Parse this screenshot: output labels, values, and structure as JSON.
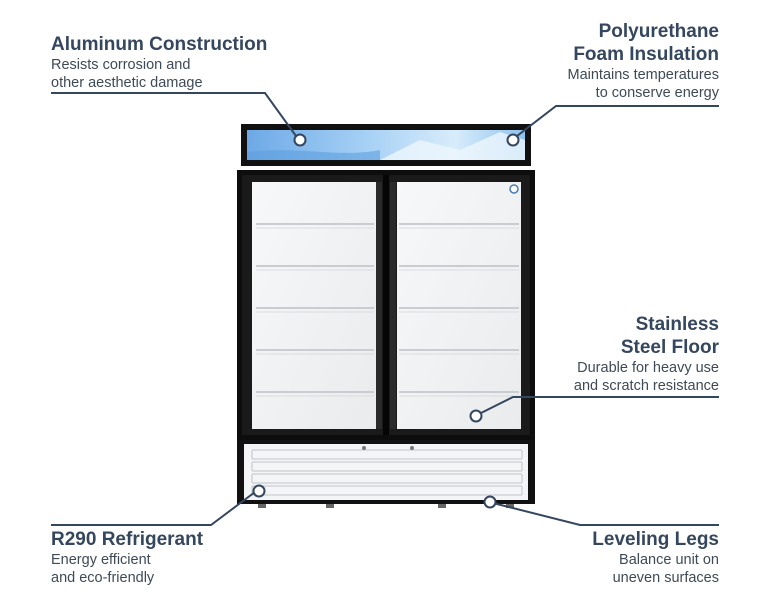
{
  "callouts": {
    "aluminum": {
      "title": "Aluminum Construction",
      "line1": "Resists corrosion and",
      "line2": "other aesthetic damage"
    },
    "polyurethane": {
      "title_line1": "Polyurethane",
      "title_line2": "Foam Insulation",
      "line1": "Maintains temperatures",
      "line2": "to conserve energy"
    },
    "steel_floor": {
      "title_line1": "Stainless",
      "title_line2": "Steel Floor",
      "line1": "Durable for heavy use",
      "line2": "and scratch resistance"
    },
    "r290": {
      "title": "R290 Refrigerant",
      "line1": "Energy efficient",
      "line2": "and eco-friendly"
    },
    "legs": {
      "title": "Leveling Legs",
      "line1": "Balance unit on",
      "line2": "uneven surfaces"
    }
  },
  "colors": {
    "text": "#35475e",
    "leader": "#35475e",
    "frame": "#0d0d0d",
    "header_sky": "#7fb9ee",
    "interior": "#f3f4f5"
  },
  "icons": {
    "brand_logo": "circle-logo-icon"
  }
}
